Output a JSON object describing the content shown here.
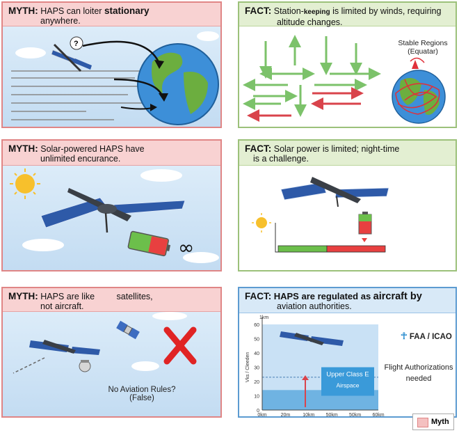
{
  "panels": {
    "p1": {
      "tag": "MYTH:",
      "text_a": "HAPS can loiter",
      "text_b": "stationary",
      "text_c": "anywhere."
    },
    "p2": {
      "tag": "FACT:",
      "text_a": "Station-",
      "text_b": "keeping",
      "text_c": "is limited by winds, requiring",
      "text_d": "altitude changes.",
      "label1": "Stable Regions",
      "label2": "(Equatar)"
    },
    "p3": {
      "tag": "MYTH:",
      "text_a": "Solar-powered HAPS have",
      "text_b": "unlimited encurance."
    },
    "p4": {
      "tag": "FACT:",
      "text_a": "Solar power is limited; night-time",
      "text_b": "is a challenge."
    },
    "p5": {
      "tag": "MYTH:",
      "text_a": "HAPS are like",
      "text_b": "satellites,",
      "text_c": "not aircraft.",
      "note1": "No Aviation Rules?",
      "note2": "(False)"
    },
    "p6": {
      "tag": "FACT:",
      "text_a": "HAPS are regulated as",
      "text_b": "aircraft by",
      "text_c": "aviation authorities.",
      "faa": "FAA / ICAO",
      "auth1": "Flight Authorizations",
      "auth2": "needed"
    }
  },
  "chart_data": {
    "type": "area",
    "ylabel": "Vks / Cleeden",
    "yunit": "1km",
    "yticks": [
      "0",
      "10",
      "20",
      "30",
      "40",
      "50",
      "60"
    ],
    "xticks": [
      "0km",
      "20m",
      "10km",
      "50km",
      "50km",
      "60km"
    ],
    "ylim": [
      0,
      60
    ],
    "dashed_line_y": 23,
    "band_top_y": 14,
    "box_label1": "Upper Class E",
    "box_label2": "Airspace"
  },
  "legend": {
    "label": "Myth",
    "color": "#f4c0c0"
  },
  "colors": {
    "myth_border": "#e08585",
    "fact_border": "#9cc17a",
    "green_arrow": "#7cc26a",
    "red_arrow": "#d9434b"
  }
}
